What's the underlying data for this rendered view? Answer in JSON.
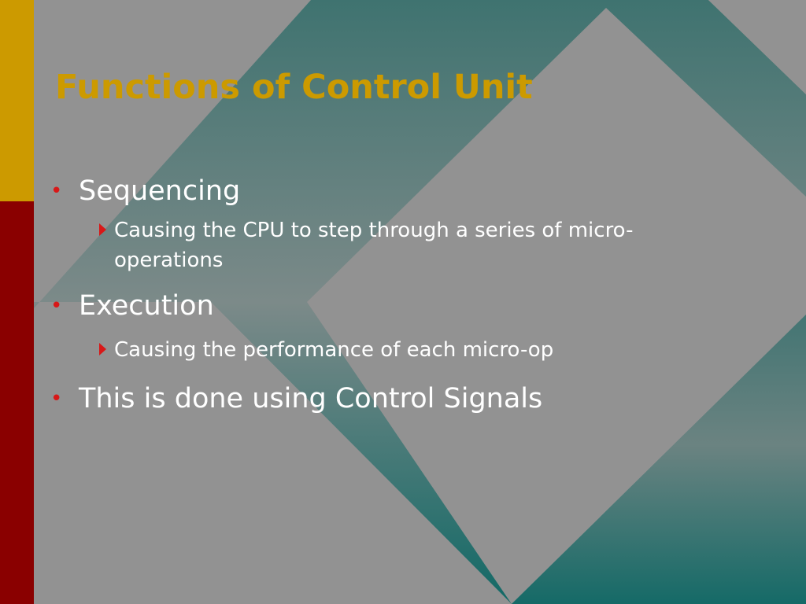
{
  "slide": {
    "title": "Functions of Control Unit",
    "bullets": [
      {
        "text": "Sequencing",
        "sub": [
          "Causing the CPU to step through a series of micro-operations"
        ]
      },
      {
        "text": "Execution",
        "sub": [
          "Causing the performance of each micro-op"
        ]
      },
      {
        "text": "This is done using Control Signals",
        "sub": []
      }
    ]
  },
  "colors": {
    "background_gray": "#929292",
    "teal": "#126966",
    "accent_gold": "#cc9a00",
    "accent_red": "#8a0000",
    "bullet_red": "#d81818",
    "text": "#ffffff"
  }
}
